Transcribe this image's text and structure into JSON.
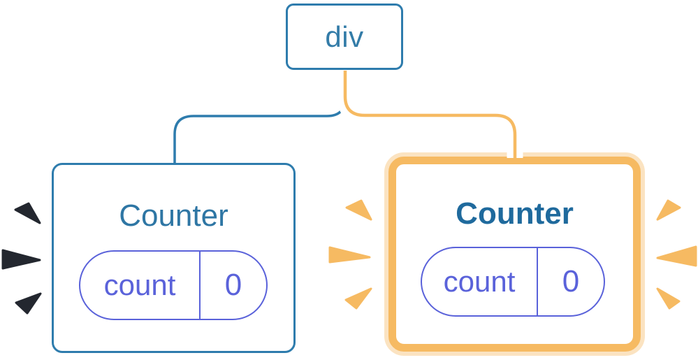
{
  "colors": {
    "blue": "#2E7CAD",
    "blue_text": "#337CA8",
    "title_blue": "#2E76A4",
    "title_bold_blue": "#1F6A9D",
    "indigo": "#5A62DA",
    "orange": "#F6BA62",
    "orange_glow": "#FBE3C1",
    "ink": "#23272F",
    "card_bg": "#FFFFFF"
  },
  "tree": {
    "root": {
      "label": "div"
    },
    "children": [
      {
        "title": "Counter",
        "state": {
          "key": "count",
          "value": "0"
        },
        "highlighted": false,
        "sparkle_color": "ink",
        "connector": "blue-line"
      },
      {
        "title": "Counter",
        "state": {
          "key": "count",
          "value": "0"
        },
        "highlighted": true,
        "sparkle_color": "orange",
        "connector": "orange-line-white-casing"
      }
    ]
  }
}
